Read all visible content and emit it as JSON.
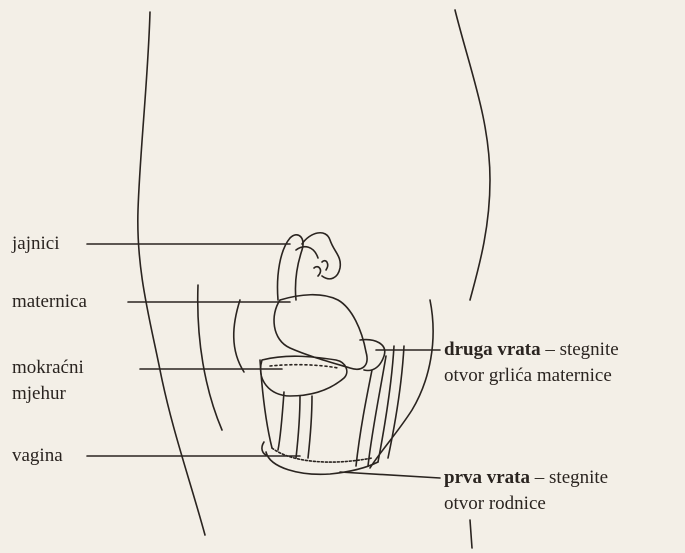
{
  "labels": {
    "ovaries": "jajnici",
    "uterus": "maternica",
    "bladder_line1": "mokraćni",
    "bladder_line2": "mjehur",
    "vagina": "vagina",
    "second_gate_bold": "druga vrata",
    "second_gate_rest": " – stegnite",
    "second_gate_line2": "otvor grlića maternice",
    "first_gate_bold": "prva vrata",
    "first_gate_rest": " – stegnite",
    "first_gate_line2": "otvor rodnice"
  },
  "colors": {
    "background": "#f3efe7",
    "ink": "#2a2420"
  }
}
